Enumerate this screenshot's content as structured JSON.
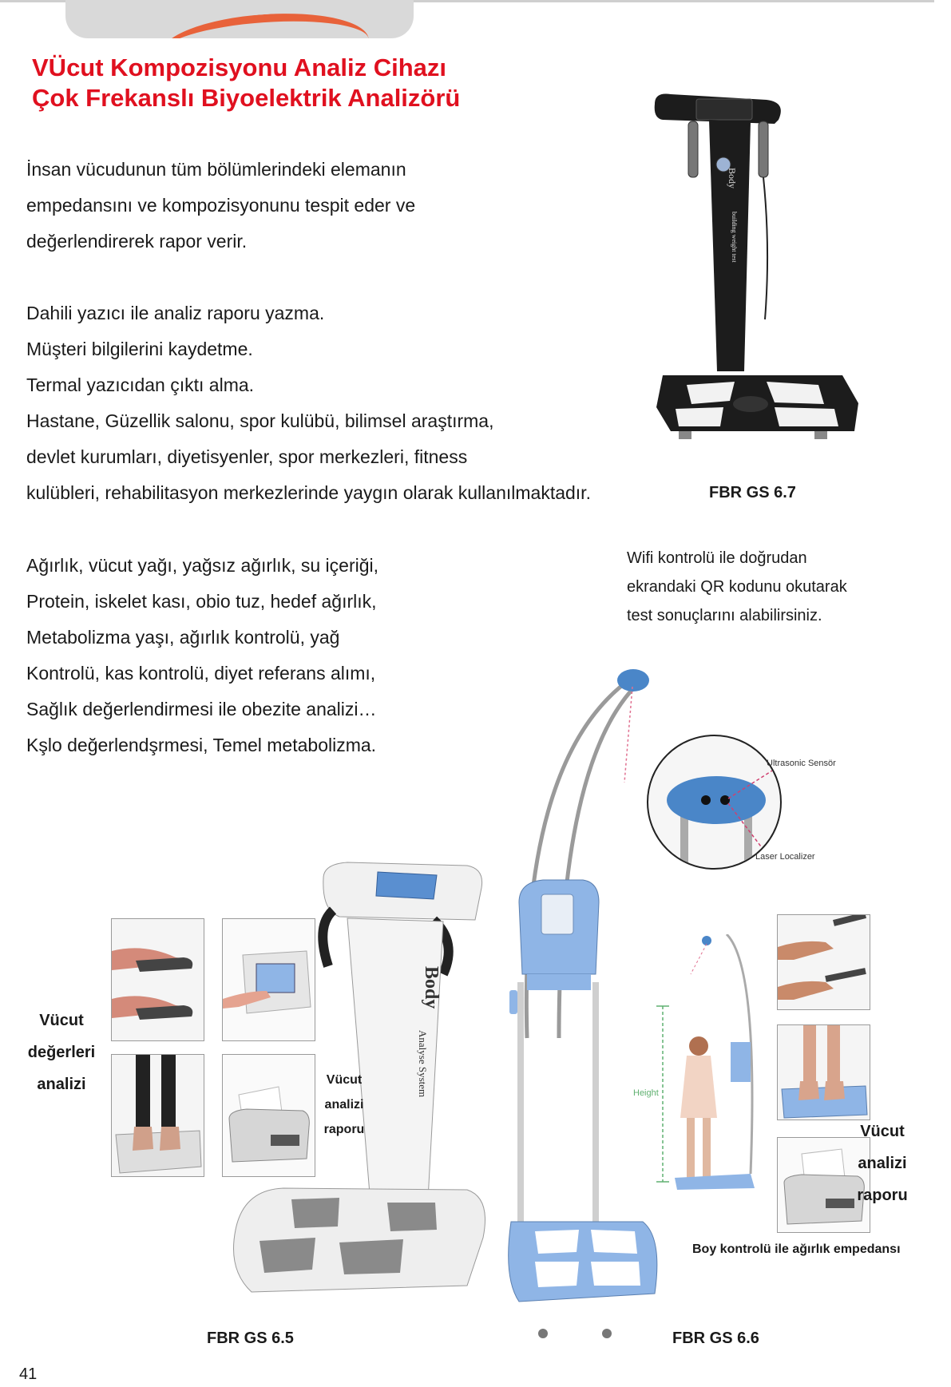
{
  "header": {
    "title_line1": "VÜcut Kompozisyonu Analiz Cihazı",
    "title_line2": "Çok Frekanslı Biyoelektrik Analizörü"
  },
  "intro": [
    "İnsan vücudunun tüm bölümlerindeki elemanın",
    "empedansını ve kompozisyonunu tespit eder ve",
    "değerlendirerek rapor verir."
  ],
  "features": [
    "Dahili yazıcı ile analiz raporu yazma.",
    "Müşteri bilgilerini kaydetme.",
    "Termal yazıcıdan çıktı alma.",
    "Hastane, Güzellik salonu, spor kulübü, bilimsel araştırma,",
    "devlet kurumları, diyetisyenler, spor merkezleri, fitness",
    "kulübleri, rehabilitasyon merkezlerinde yaygın olarak kullanılmaktadır."
  ],
  "measurements": [
    "Ağırlık, vücut yağı, yağsız ağırlık, su içeriği,",
    "Protein, iskelet kası, obio tuz, hedef ağırlık,",
    "Metabolizma yaşı, ağırlık kontrolü, yağ",
    "Kontrolü, kas kontrolü, diyet referans alımı,",
    "Sağlık değerlendirmesi ile obezite analizi…",
    "Kşlo değerlendşrmesi, Temel metabolizma."
  ],
  "wifi_note": [
    "Wifi kontrolü ile doğrudan",
    "ekrandaki QR kodunu okutarak",
    "test sonuçlarını alabilirsiniz."
  ],
  "device_top_text": {
    "brand": "Body",
    "subtitle": "building weight test"
  },
  "device_white_text": {
    "brand": "Body",
    "subtitle": "Analyse System"
  },
  "models": {
    "top": "FBR GS 6.7",
    "white": "FBR GS 6.5",
    "blue": "FBR GS 6.6"
  },
  "sensor_labels": {
    "ultrasonic": "Ultrasonic Sensör",
    "laser": "Laser Localizer",
    "height": "Height"
  },
  "labels": {
    "body_values": [
      "Vücut",
      "değerleri",
      "analizi"
    ],
    "report_small": [
      "Vücut",
      "analizi",
      "raporu"
    ],
    "report_right": [
      "Vücut",
      "analizi",
      "raporu"
    ],
    "height_control": "Boy kontrolü ile ağırlık empedansı"
  },
  "page_number": "41",
  "colors": {
    "title_red": "#e0101f",
    "accent_orange": "#e8623a",
    "device_black": "#1c1c1c",
    "device_blue": "#8fb5e6"
  }
}
